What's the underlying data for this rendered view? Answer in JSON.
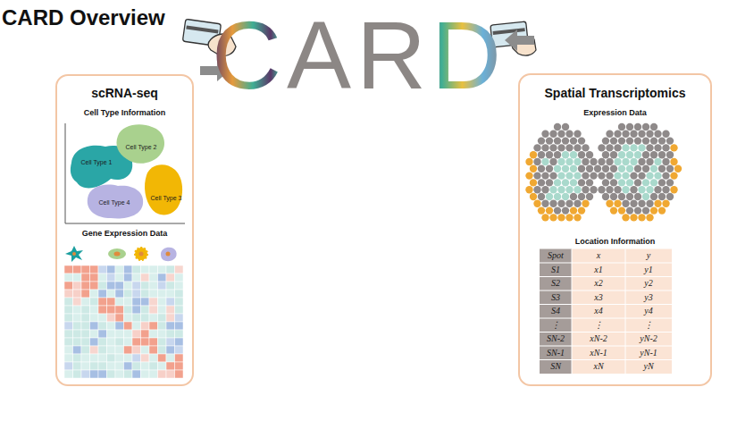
{
  "diagram": {
    "title": "CARD Overview",
    "nodes": [
      {
        "text": [
          "scRNA-seq",
          "Cell Type Information",
          "Gene Expression Data"
        ]
      },
      {
        "text": [
          "Spatial Transcriptomics",
          "Expression Data",
          "Location Information"
        ]
      }
    ],
    "labels": [
      "CARD",
      "Cell Type 2",
      "Cell Type 1",
      "Cell Type 3",
      "Cell Type 4",
      "Spot",
      "x",
      "y",
      "S1",
      "x1",
      "y1",
      "S2",
      "x2",
      "y2",
      "S3",
      "x3",
      "y3",
      "S4",
      "x4",
      "y4",
      "⋮",
      "⋮",
      "⋮",
      "SN-2",
      "xN-2",
      "yN-2",
      "SN-1",
      "xN-1",
      "yN-1",
      "SN",
      "xN",
      "yN"
    ]
  }
}
